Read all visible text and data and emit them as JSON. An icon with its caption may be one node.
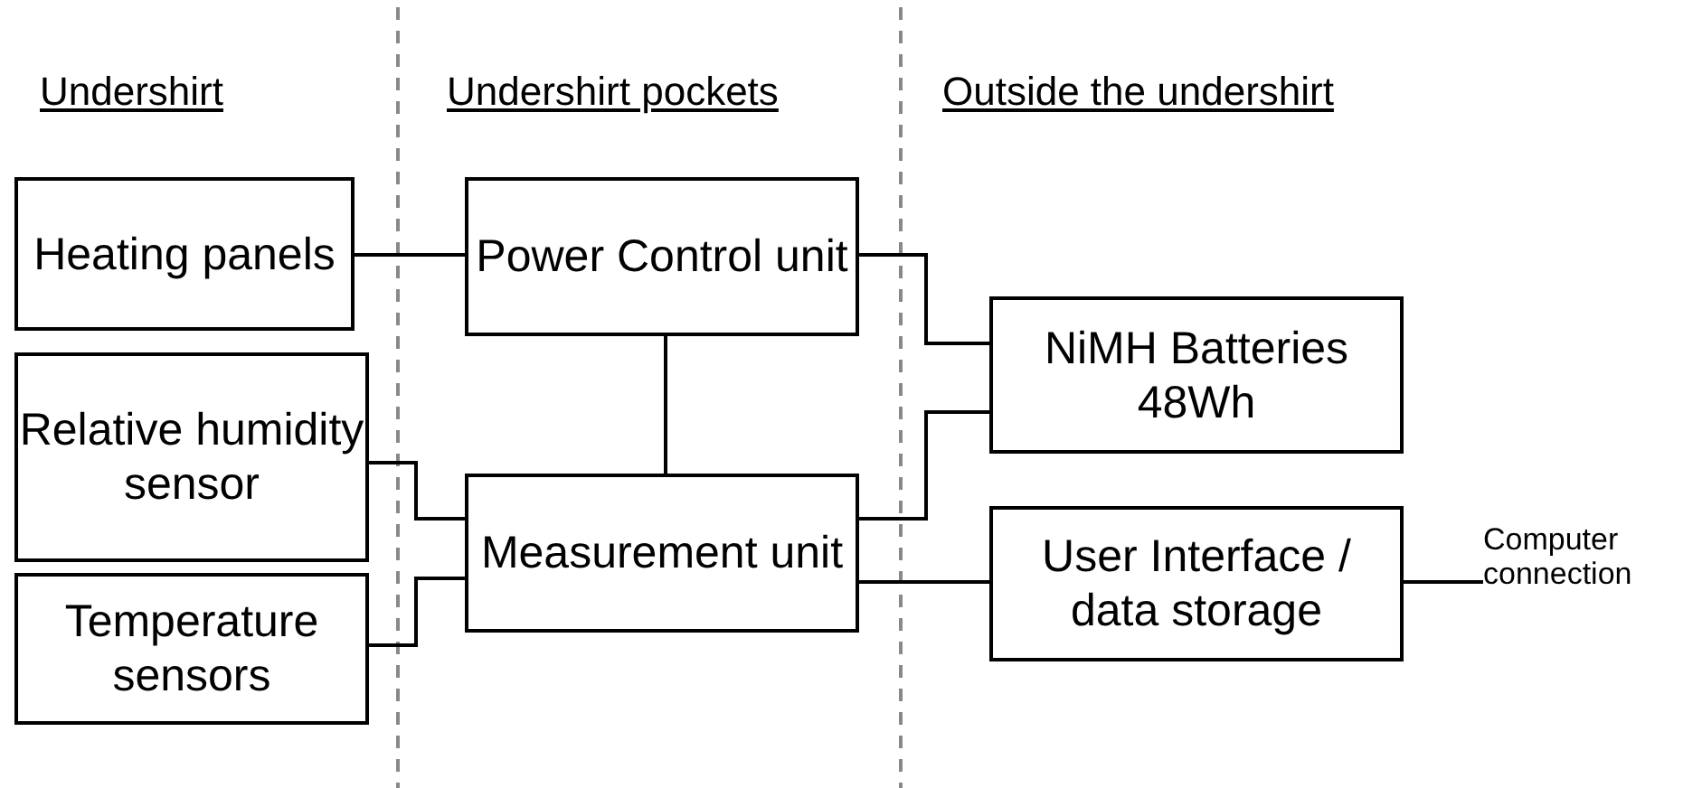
{
  "diagram": {
    "nodes": [
      {
        "text": [
          "Heating panels"
        ]
      },
      {
        "text": [
          "Power Control unit"
        ]
      },
      {
        "text": [
          "Relative humidity sensor"
        ]
      },
      {
        "text": [
          "Measurement unit"
        ]
      },
      {
        "text": [
          "NiMH Batteries 48Wh"
        ]
      },
      {
        "text": [
          "Temperature sensors"
        ]
      },
      {
        "text": [
          "User Interface / data storage"
        ]
      },
      {
        "text": [
          "Computer connection"
        ]
      }
    ],
    "edges": [
      {
        "from": 0,
        "to": 1,
        "arrow": "none"
      },
      {
        "from": 1,
        "to": 3,
        "arrow": "none"
      },
      {
        "from": 1,
        "to": 4,
        "arrow": "none"
      },
      {
        "from": 2,
        "to": 3,
        "arrow": "none"
      },
      {
        "from": 5,
        "to": 3,
        "arrow": "none"
      },
      {
        "from": 3,
        "to": 4,
        "arrow": "none"
      },
      {
        "from": 3,
        "to": 6,
        "arrow": "none"
      },
      {
        "from": 6,
        "to": 7,
        "arrow": "none"
      }
    ],
    "labels": [
      "Undershirt",
      "Undershirt pockets",
      "Outside the undershirt"
    ]
  }
}
